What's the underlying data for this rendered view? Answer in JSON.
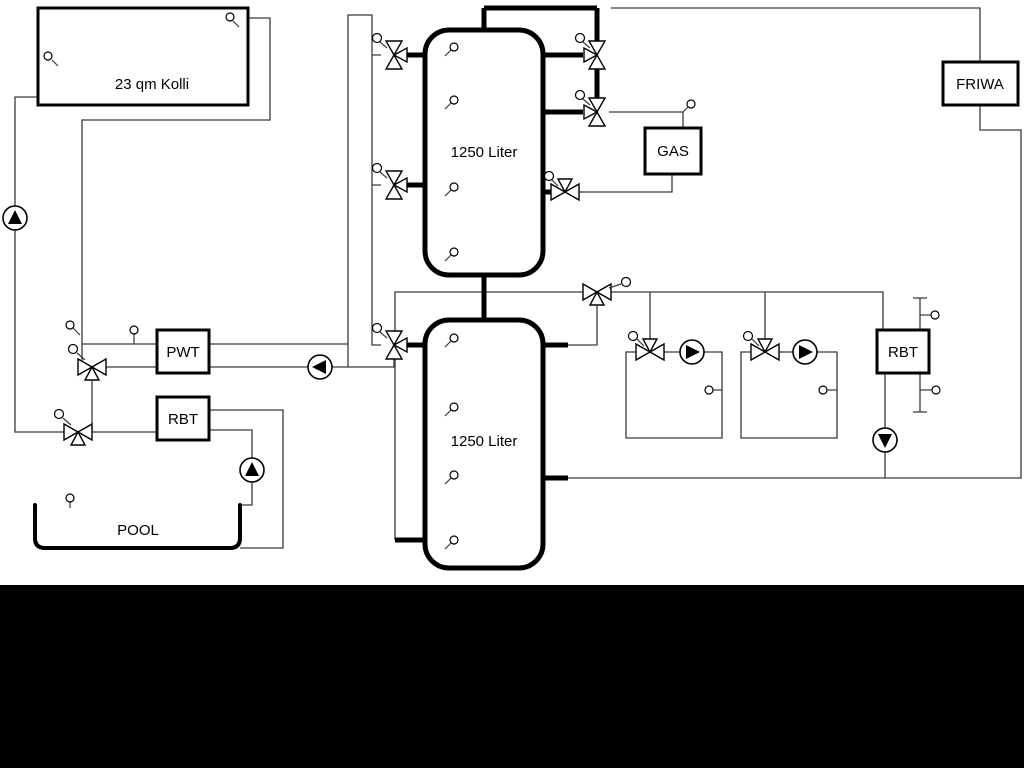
{
  "diagram": {
    "title": "heating-scheme",
    "collector": {
      "label": "23 qm Kolli"
    },
    "tank_top": {
      "label": "1250 Liter"
    },
    "tank_bottom": {
      "label": "1250 Liter"
    },
    "pwt": {
      "label": "PWT"
    },
    "rbt_left": {
      "label": "RBT"
    },
    "rbt_right": {
      "label": "RBT"
    },
    "gas": {
      "label": "GAS"
    },
    "friwa": {
      "label": "FRIWA"
    },
    "pool": {
      "label": "POOL"
    },
    "colors": {
      "background": "#ffffff",
      "page_background": "#000000",
      "pipe_line": "#3a3a3a",
      "thick_line": "#000000"
    }
  }
}
